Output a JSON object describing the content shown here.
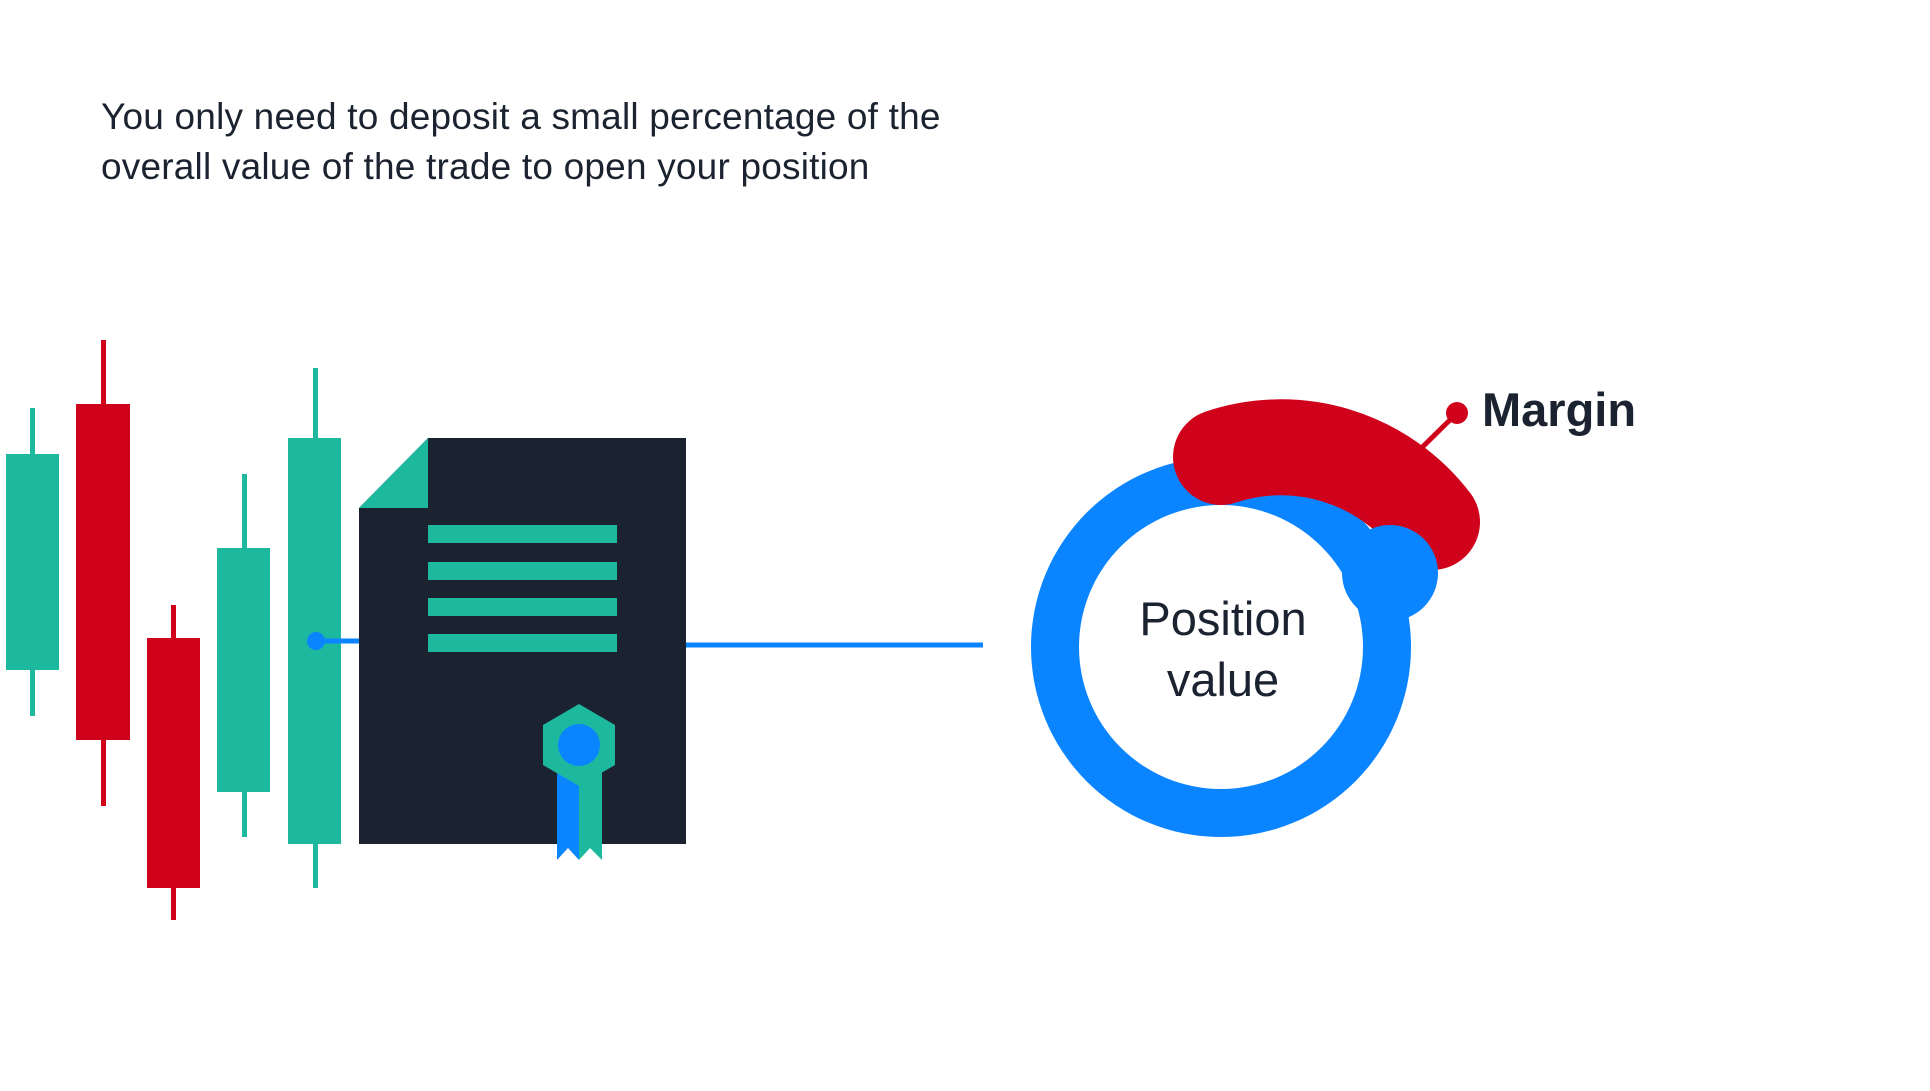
{
  "headline": {
    "line1": "You only need to deposit a small percentage of the",
    "line2": "overall value of the trade to open your position"
  },
  "donut": {
    "center_label_line1": "Position",
    "center_label_line2": "value",
    "callout_label": "Margin",
    "margin_fraction": 0.15
  },
  "colors": {
    "bull_candle": "#1db99f",
    "bear_candle": "#d0021b",
    "document": "#1b2230",
    "position_blue": "#0a84ff",
    "margin_red": "#d0021b",
    "text": "#1b2230"
  },
  "icons": [
    "candlestick-chart-icon",
    "document-icon",
    "ribbon-seal-icon"
  ]
}
